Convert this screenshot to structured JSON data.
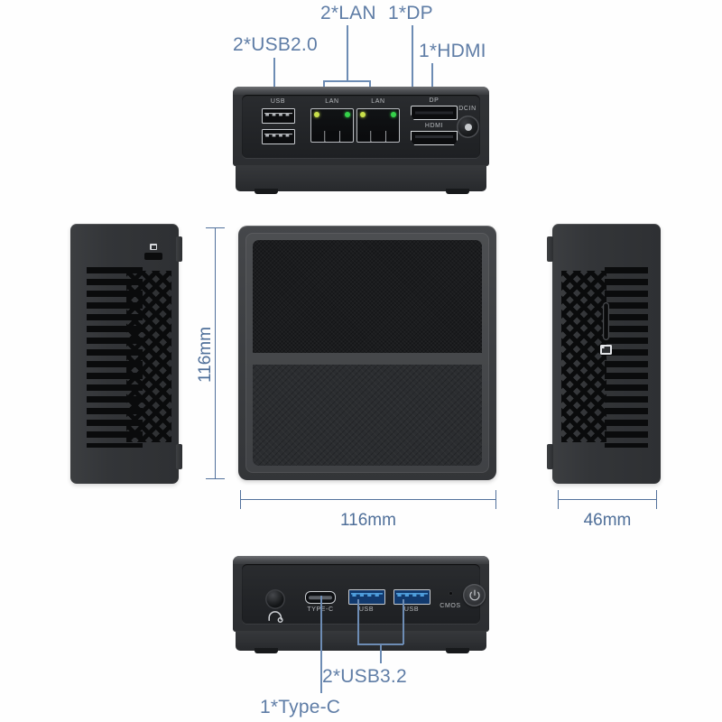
{
  "product": {
    "type": "mini-pc",
    "dimensions": {
      "width": "116mm",
      "height": "116mm",
      "depth": "46mm"
    }
  },
  "callouts": {
    "usb2": "2*USB2.0",
    "lan": "2*LAN",
    "dp": "1*DP",
    "hdmi": "1*HDMI",
    "usb32": "2*USB3.2",
    "typec": "1*Type-C"
  },
  "dimension_labels": {
    "top_width": "116mm",
    "top_height": "116mm",
    "side_width": "46mm"
  },
  "rear_panel": {
    "ports": [
      {
        "name": "usb-port-upper",
        "silk": "USB",
        "kind": "usb2"
      },
      {
        "name": "usb-port-lower",
        "silk": "",
        "kind": "usb2"
      },
      {
        "name": "lan-port-1",
        "silk": "LAN",
        "kind": "rj45"
      },
      {
        "name": "lan-port-2",
        "silk": "LAN",
        "kind": "rj45"
      },
      {
        "name": "displayport",
        "silk": "DP",
        "kind": "dp"
      },
      {
        "name": "hdmi-port",
        "silk": "HDMI",
        "kind": "hdmi"
      },
      {
        "name": "dc-in-jack",
        "silk": "DCIN",
        "kind": "barrel"
      }
    ]
  },
  "front_panel": {
    "ports": [
      {
        "name": "audio-jack",
        "silk": "",
        "kind": "audio"
      },
      {
        "name": "type-c-port",
        "silk": "TYPE-C",
        "kind": "typec"
      },
      {
        "name": "usb3-port-1",
        "silk": "USB",
        "kind": "usb3"
      },
      {
        "name": "usb3-port-2",
        "silk": "USB",
        "kind": "usb3"
      },
      {
        "name": "cmos-reset",
        "silk": "CMOS",
        "kind": "pinhole"
      },
      {
        "name": "power-button",
        "silk": "",
        "kind": "power"
      }
    ]
  },
  "colors": {
    "callout_text": "#5f7da6",
    "leader_line": "#6d8cb4",
    "dimension_line": "#52719c",
    "chassis_dark": "#2c2e31",
    "usb3_blue": "#4e9ddb",
    "background": "#fefefe"
  }
}
